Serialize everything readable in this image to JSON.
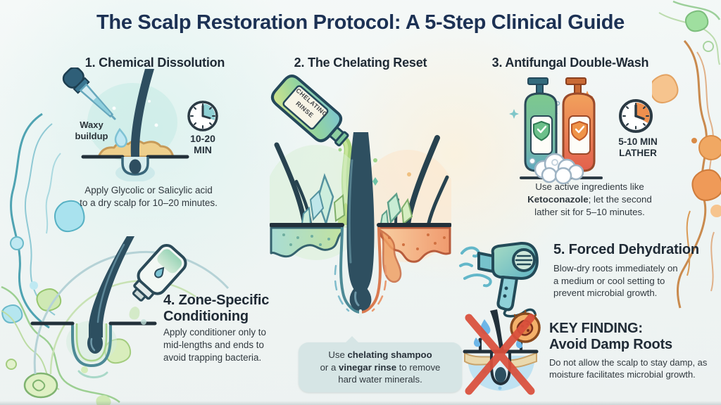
{
  "title": "The Scalp Restoration Protocol: A 5-Step Clinical Guide",
  "steps": {
    "step1": {
      "heading": "1. Chemical Dissolution",
      "waxy_label": "Waxy\nbuildup",
      "duration": "10-20\nMIN",
      "body": "Apply Glycolic or Salicylic acid\nto a dry scalp for 10–20 minutes."
    },
    "step2": {
      "heading": "2. The Chelating Reset",
      "bottle_label_line1": "CHELATING",
      "bottle_label_line2": "RINSE",
      "bubble": {
        "seg1": "Use ",
        "bold1": "chelating shampoo",
        "seg2": "\nor a ",
        "bold2": "vinegar rinse",
        "seg3": " to remove\nhard water minerals."
      }
    },
    "step3": {
      "heading": "3. Antifungal Double-Wash",
      "duration": "5-10 MIN\nLATHER",
      "body_seg1": "Use active ingredients like\n",
      "body_bold": "Ketoconazole",
      "body_seg2": "; let the second\nlather sit for 5–10 minutes."
    },
    "step4": {
      "heading": "4. Zone-Specific\nConditioning",
      "body": "Apply conditioner only to\nmid-lengths and ends to\navoid trapping bacteria."
    },
    "step5": {
      "heading": "5. Forced Dehydration",
      "body": "Blow-dry roots immediately on\na medium or cool setting to\nprevent microbial growth."
    },
    "key_finding": {
      "heading": "KEY FINDING:\nAvoid Damp Roots",
      "body": "Do not allow the scalp to stay damp, as\nmoisture facilitates microbial growth."
    }
  },
  "icons": [
    "dropper-icon",
    "timer-10-20-icon",
    "hair-follicle-icon",
    "chelating-bottle-icon",
    "mineral-crystals-icon",
    "shampoo-bottles-icon",
    "timer-5-10-icon",
    "foam-icon",
    "conditioner-bottle-icon",
    "hair-dryer-icon",
    "wind-icon",
    "no-damp-roots-icon",
    "microbe-icon"
  ],
  "colors": {
    "heading_navy": "#1c3154",
    "teal_accent": "#7fc6c9",
    "green_accent": "#8fd09a",
    "orange_accent": "#ef8f4e",
    "alert_red": "#da4f3c",
    "waxy_tan": "#eecf8c",
    "bubble_bg": "#d6e5e5"
  }
}
